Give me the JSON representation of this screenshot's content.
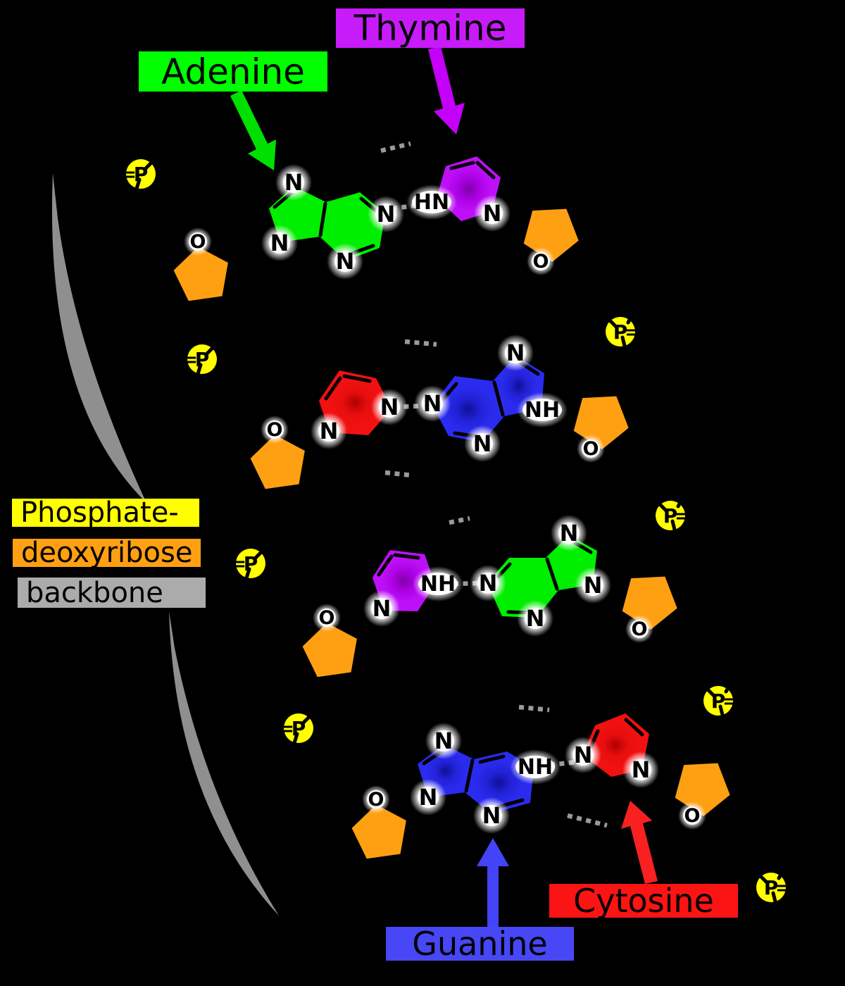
{
  "labels": {
    "adenine": "Adenine",
    "thymine": "Thymine",
    "guanine": "Guanine",
    "cytosine": "Cytosine",
    "backbone_line1": "Phosphate-",
    "backbone_line2": "deoxyribose",
    "backbone_line3": "backbone"
  },
  "atoms": {
    "nitrogen": "N",
    "oxygen": "O",
    "phosphorus": "P",
    "amine_hn": "HN",
    "amine_nh": "NH",
    "double_bond": "="
  },
  "colors": {
    "background": "#000000",
    "adenine_green": "#00EE00",
    "thymine_magenta": "#BE10F8",
    "guanine_blue": "#2B2BEF",
    "cytosine_red": "#F21111",
    "sugar_orange": "#FFA013",
    "phosphate_yellow": "#FFFF00",
    "hbond_gray": "#9A9A9A",
    "brace_gray": "#8F8F8F",
    "label_adenine_bg": "#00FF00",
    "label_thymine_bg": "#C81BFA",
    "label_guanine_bg": "#4747F5",
    "label_cytosine_bg": "#FA1414",
    "label_phosphate_bg": "#FFFF00",
    "label_deoxyribose_bg": "#FFA013",
    "label_backbone_bg": "#ABABAB"
  },
  "base_pairs": [
    {
      "row": 1,
      "left_base": "Adenine",
      "right_base": "Thymine",
      "hydrogen_bonds": 2
    },
    {
      "row": 2,
      "left_base": "Cytosine",
      "right_base": "Guanine",
      "hydrogen_bonds": 3
    },
    {
      "row": 3,
      "left_base": "Thymine",
      "right_base": "Adenine",
      "hydrogen_bonds": 2
    },
    {
      "row": 4,
      "left_base": "Guanine",
      "right_base": "Cytosine",
      "hydrogen_bonds": 3
    }
  ]
}
